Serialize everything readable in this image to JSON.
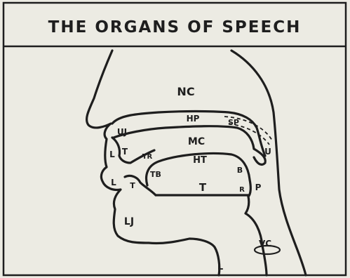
{
  "title": "THE ORGANS OF SPEECH",
  "labels": {
    "nc": "NC",
    "hp": "HP",
    "sp": "SP",
    "uj": "UJ",
    "mc": "MC",
    "lt_upper_l": "L",
    "lt_upper_t": "T",
    "tr": "TR",
    "ht": "HT",
    "u": "U",
    "l_lower": "L",
    "t_lower": "T",
    "tb": "TB",
    "b": "B",
    "t_tongue": "T",
    "r": "R",
    "p": "P",
    "lj": "LJ",
    "vc": "VC",
    "l_larynx": "L"
  },
  "colors": {
    "ink": "#1e1e1e",
    "paper": "#ecebe3"
  }
}
